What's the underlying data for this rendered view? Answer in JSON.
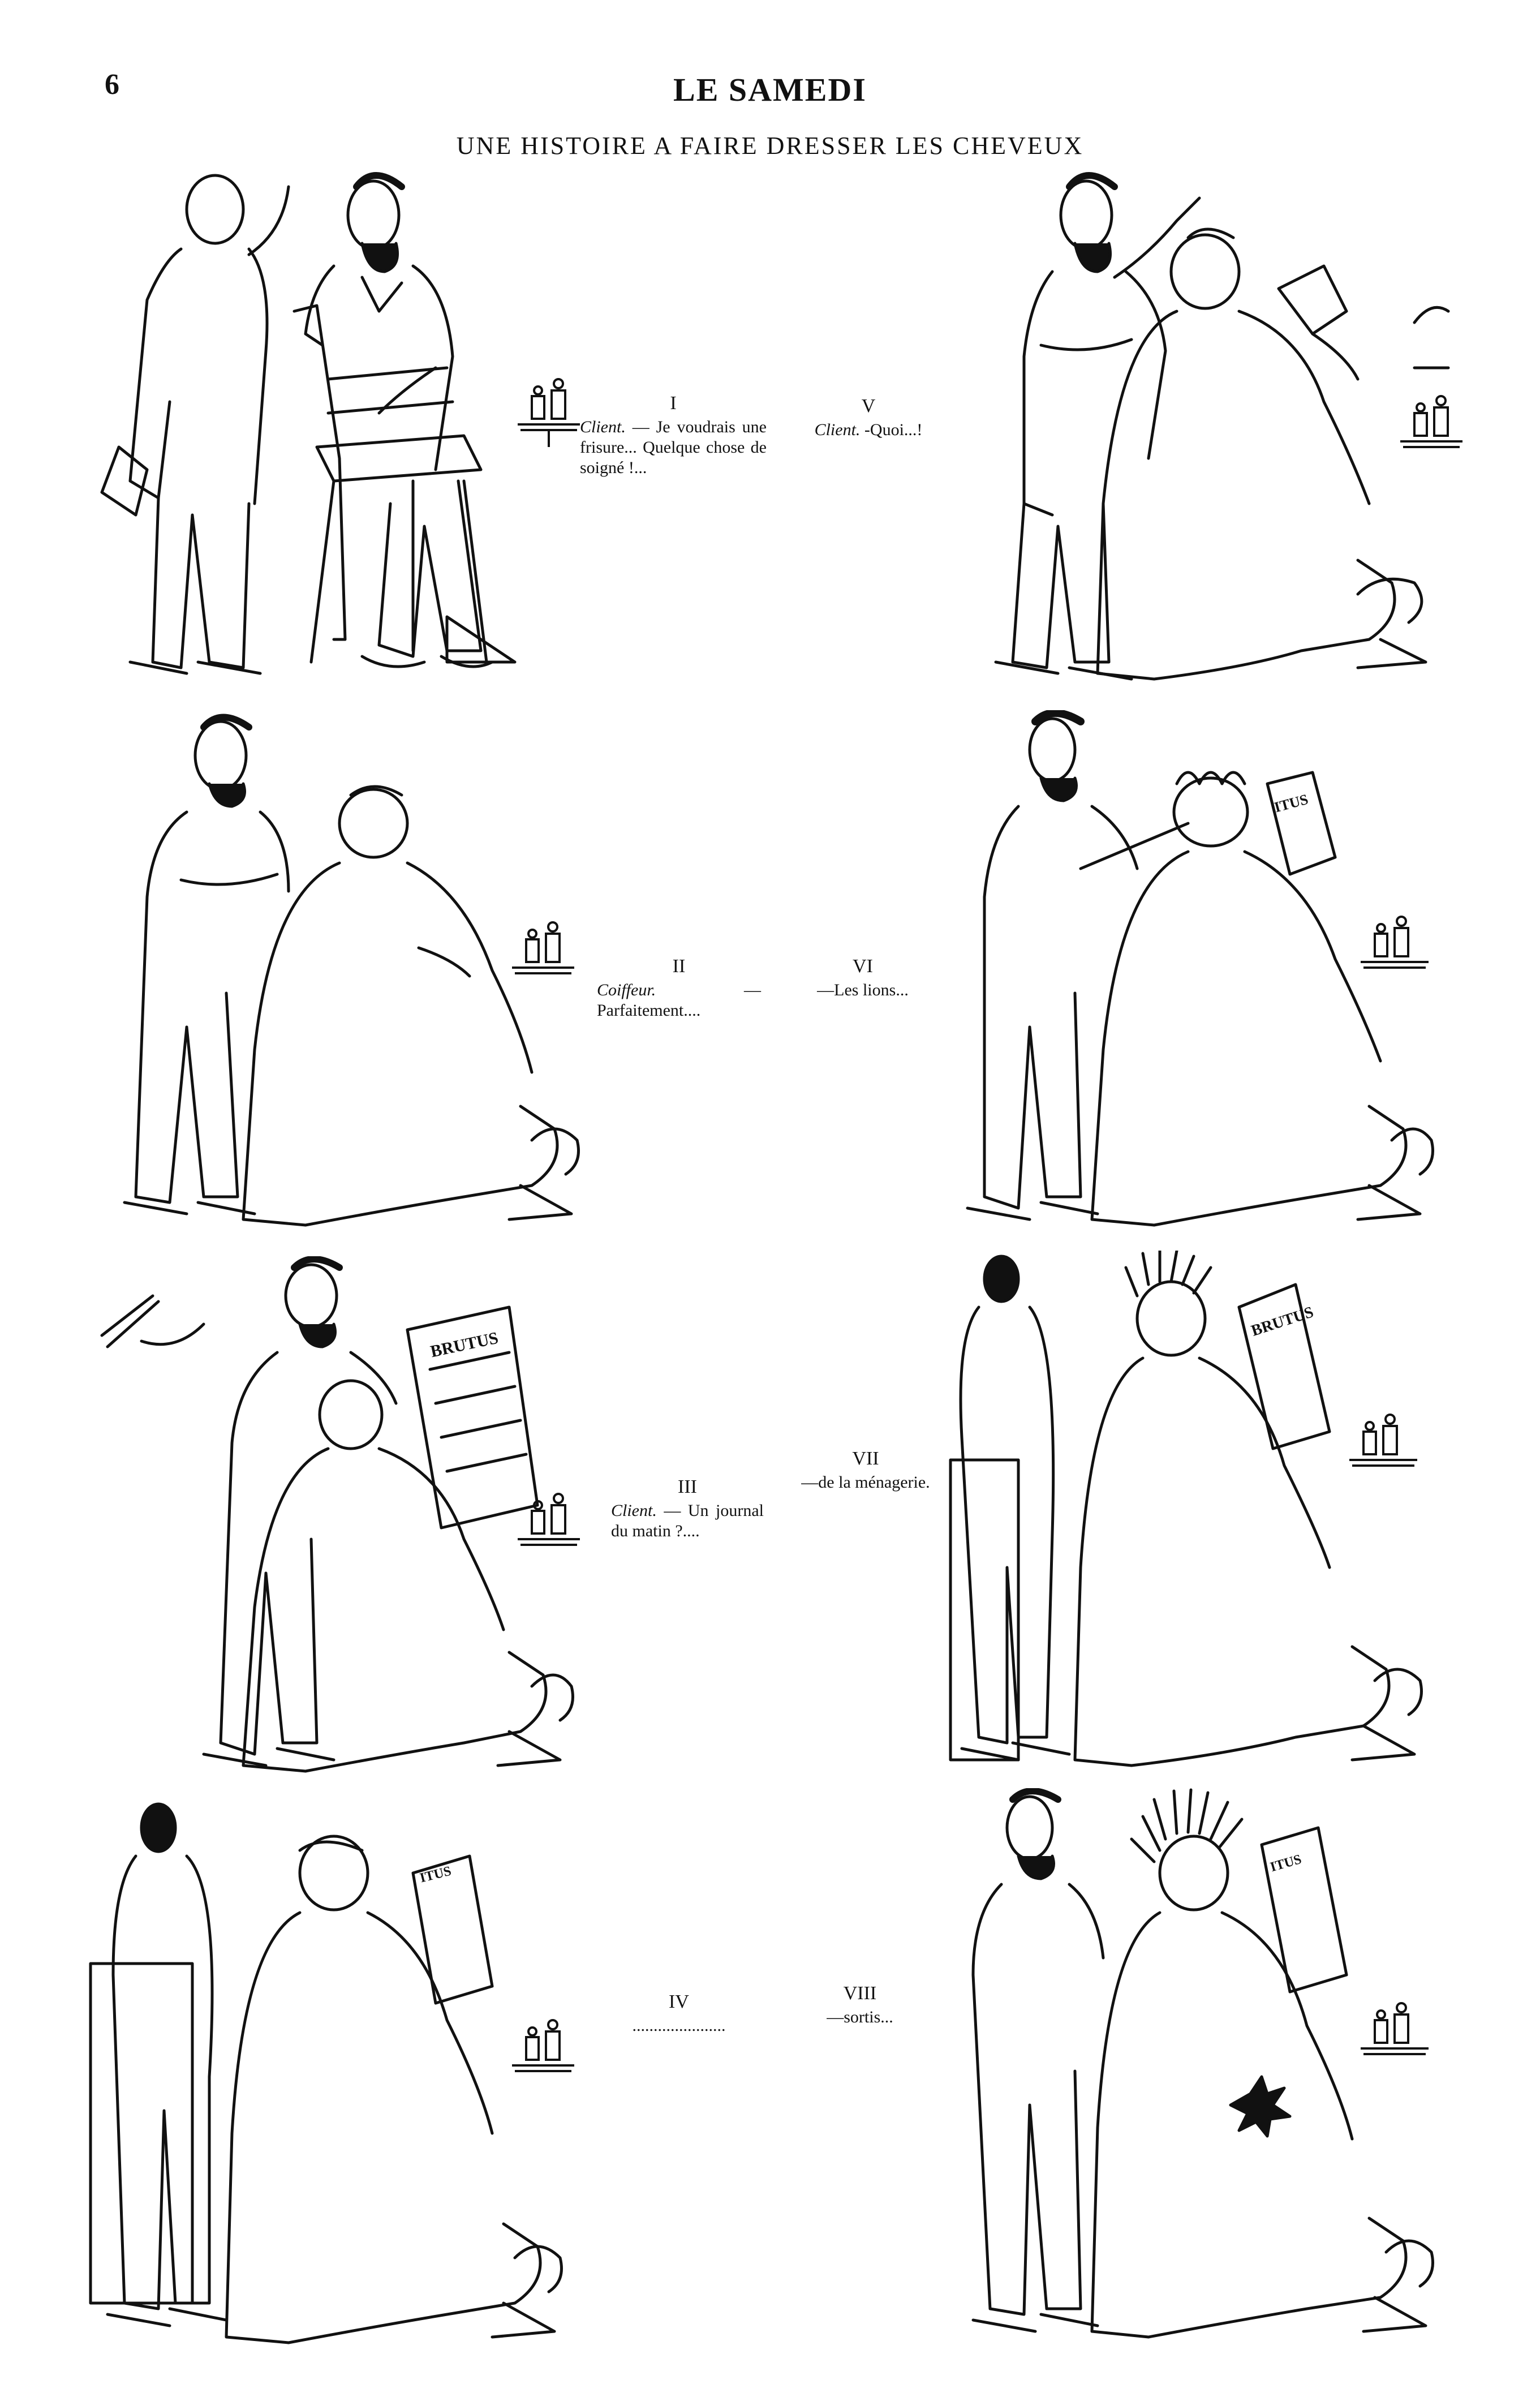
{
  "header": {
    "page_number": "6",
    "journal_title": "LE SAMEDI",
    "story_title": "UNE HISTOIRE A FAIRE DRESSER LES CHEVEUX"
  },
  "captions": {
    "c1": {
      "number": "I",
      "speaker": "Client.",
      "text": " — Je voudrais une frisure... Quelque chose de soigné !..."
    },
    "c2": {
      "number": "II",
      "speaker": "Coiffeur.",
      "text": " — Parfaitement...."
    },
    "c3": {
      "number": "III",
      "speaker": "Client.",
      "text": " — Un journal du matin ?...."
    },
    "c4": {
      "number": "IV",
      "speaker": "",
      "text": "......................"
    },
    "c5": {
      "number": "V",
      "speaker": "Client.",
      "text": " -Quoi...!"
    },
    "c6": {
      "number": "VI",
      "speaker": "",
      "text": "—Les lions..."
    },
    "c7": {
      "number": "VII",
      "speaker": "",
      "text": "—de la ménagerie."
    },
    "c8": {
      "number": "VIII",
      "speaker": "",
      "text": "—sortis..."
    }
  },
  "newspaper": {
    "masthead": "BRUTUS",
    "masthead_partial": "ITUS"
  },
  "colors": {
    "ink": "#111111",
    "paper": "#ffffff"
  }
}
